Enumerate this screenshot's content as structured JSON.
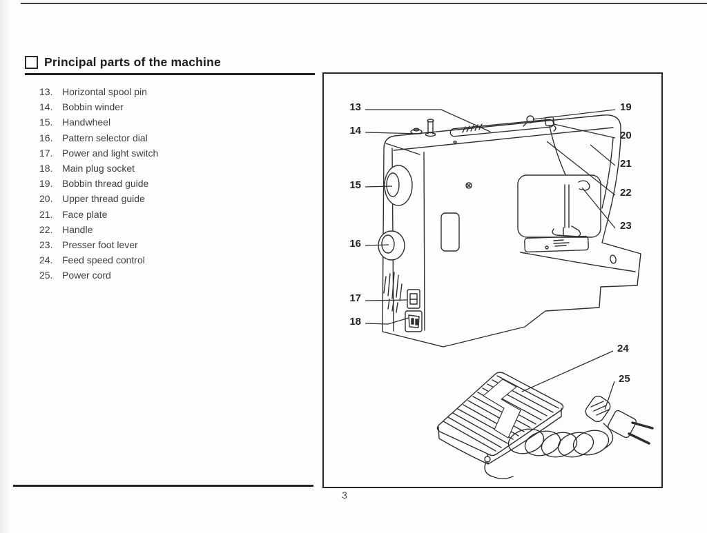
{
  "heading": {
    "title": "Principal parts of the machine"
  },
  "parts_list": {
    "items": [
      {
        "num": "13.",
        "label": "Horizontal spool pin"
      },
      {
        "num": "14.",
        "label": "Bobbin winder"
      },
      {
        "num": "15.",
        "label": "Handwheel"
      },
      {
        "num": "16.",
        "label": "Pattern selector dial"
      },
      {
        "num": "17.",
        "label": "Power and light switch"
      },
      {
        "num": "18.",
        "label": "Main plug socket"
      },
      {
        "num": "19.",
        "label": "Bobbin thread guide"
      },
      {
        "num": "20.",
        "label": "Upper thread guide"
      },
      {
        "num": "21.",
        "label": "Face plate"
      },
      {
        "num": "22.",
        "label": "Handle"
      },
      {
        "num": "23.",
        "label": "Presser foot lever"
      },
      {
        "num": "24.",
        "label": "Feed speed control"
      },
      {
        "num": "25.",
        "label": "Power cord"
      }
    ]
  },
  "diagram": {
    "callouts": [
      {
        "number": "13"
      },
      {
        "number": "14"
      },
      {
        "number": "15"
      },
      {
        "number": "16"
      },
      {
        "number": "17"
      },
      {
        "number": "18"
      },
      {
        "number": "19"
      },
      {
        "number": "20"
      },
      {
        "number": "21"
      },
      {
        "number": "22"
      },
      {
        "number": "23"
      },
      {
        "number": "24"
      },
      {
        "number": "25"
      }
    ]
  },
  "page": {
    "number": "3"
  },
  "colors": {
    "ink": "#2e2e2e",
    "rule": "#1f1f1f",
    "text": "#3f3f3f"
  }
}
